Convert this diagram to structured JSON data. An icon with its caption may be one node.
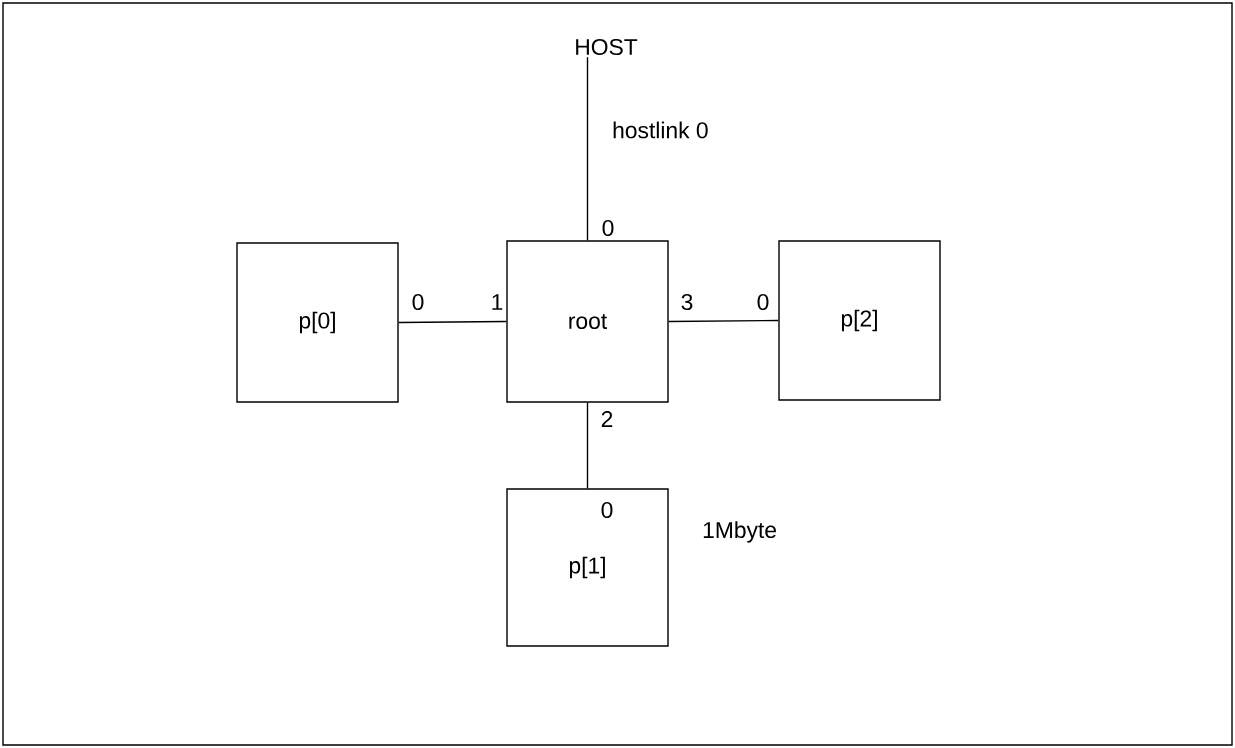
{
  "diagram": {
    "nodes": [
      {
        "text": [
          "HOST"
        ]
      },
      {
        "text": [
          "p[0]"
        ]
      },
      {
        "text": [
          "root"
        ]
      },
      {
        "text": [
          "p[2]"
        ]
      },
      {
        "text": [
          "p[1]"
        ],
        "beside": [
          "1Mbyte"
        ]
      }
    ],
    "edges": [
      {
        "from": 0,
        "to": 2,
        "arrow": "none",
        "label": "hostlink 0"
      },
      {
        "from": 1,
        "to": 2,
        "arrow": "none"
      },
      {
        "from": 2,
        "to": 3,
        "arrow": "none"
      },
      {
        "from": 2,
        "to": 4,
        "arrow": "none"
      }
    ],
    "labels": [
      "0",
      "0",
      "1",
      "3",
      "0",
      "2",
      "0"
    ]
  }
}
